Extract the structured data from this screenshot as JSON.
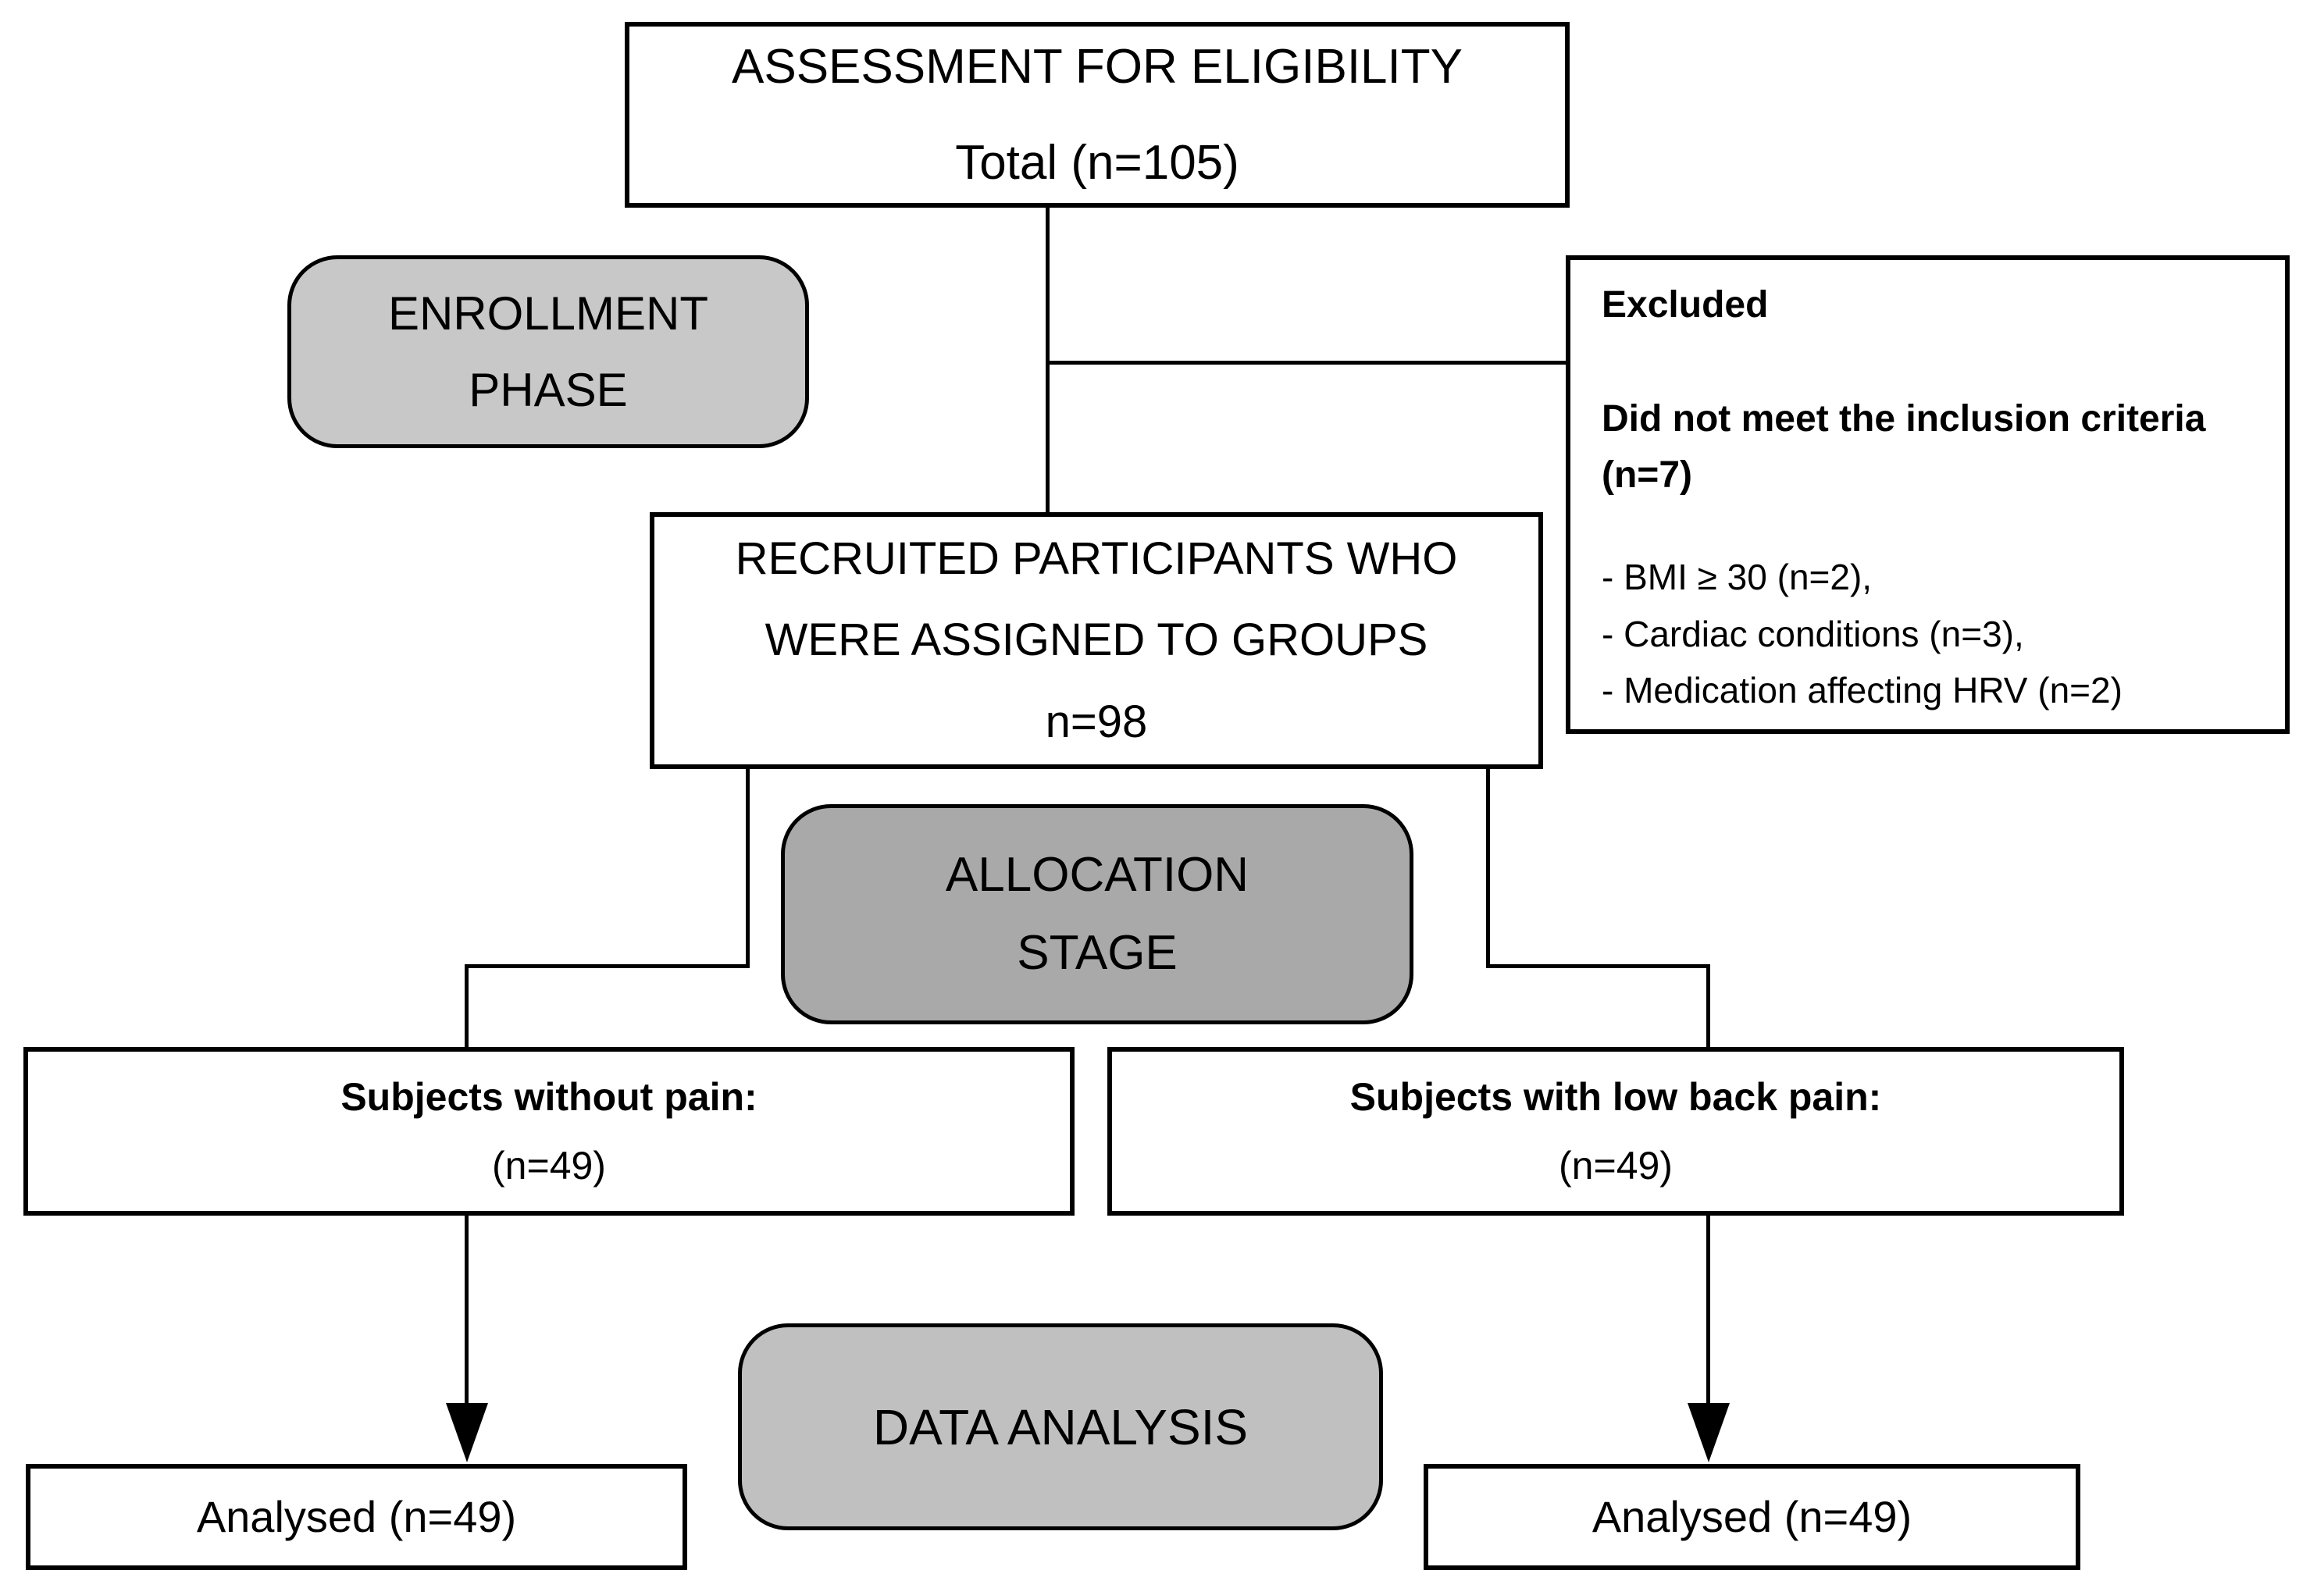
{
  "colors": {
    "background": "#ffffff",
    "line": "#000000",
    "enrollment-fill": "#c8c8c8",
    "allocation-fill": "#a9a9a9",
    "analysis-fill": "#c0c0c0"
  },
  "boxes": {
    "assessment": {
      "lines": [
        "ASSESSMENT FOR ELIGIBILITY",
        "Total (n=105)"
      ]
    },
    "enrollment": {
      "lines": [
        "ENROLLMENT",
        "PHASE"
      ]
    },
    "excluded": {
      "title": "Excluded",
      "subtitle_lines": [
        "Did not meet the inclusion criteria",
        "(n=7)"
      ],
      "items": [
        "- BMI ≥ 30 (n=2),",
        "- Cardiac conditions (n=3),",
        "- Medication affecting HRV (n=2)"
      ]
    },
    "recruited": {
      "lines": [
        "RECRUITED PARTICIPANTS WHO",
        "WERE ASSIGNED TO GROUPS",
        "n=98"
      ]
    },
    "allocation": {
      "lines": [
        "ALLOCATION",
        "STAGE"
      ]
    },
    "subjects_without_pain": {
      "lines": [
        "Subjects without pain:",
        "(n=49)"
      ]
    },
    "subjects_with_low_back_pain": {
      "lines": [
        "Subjects with low back pain:",
        "(n=49)"
      ]
    },
    "data_analysis": {
      "lines": [
        "DATA ANALYSIS"
      ]
    },
    "analysed_left": {
      "lines": [
        "Analysed (n=49)"
      ]
    },
    "analysed_right": {
      "lines": [
        "Analysed (n=49)"
      ]
    }
  }
}
